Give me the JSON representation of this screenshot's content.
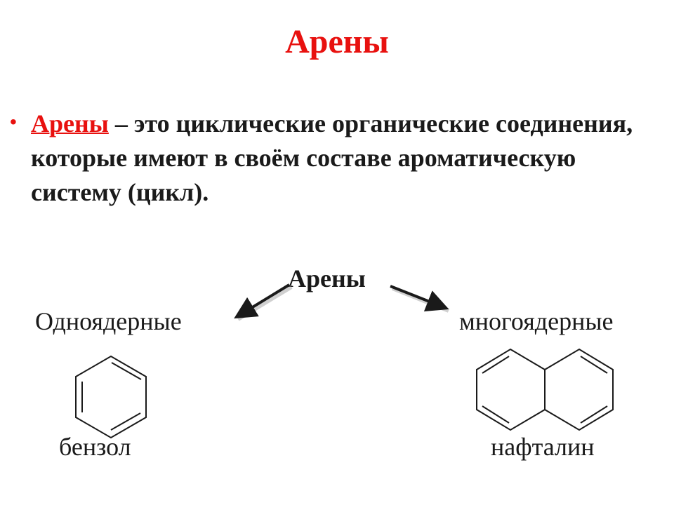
{
  "slide": {
    "title": "Арены",
    "definition": {
      "term": "Арены",
      "text": " – это  циклические органические соединения, которые имеют в своём составе ароматическую систему (цикл)."
    },
    "classification": {
      "root": "Арены",
      "left_branch": "Одноядерные",
      "right_branch": "многоядерные"
    },
    "examples": {
      "benzene_label": "бензол",
      "naphthalene_label": "нафталин"
    },
    "colors": {
      "accent": "#e8110f",
      "text": "#1a1a1a"
    }
  }
}
